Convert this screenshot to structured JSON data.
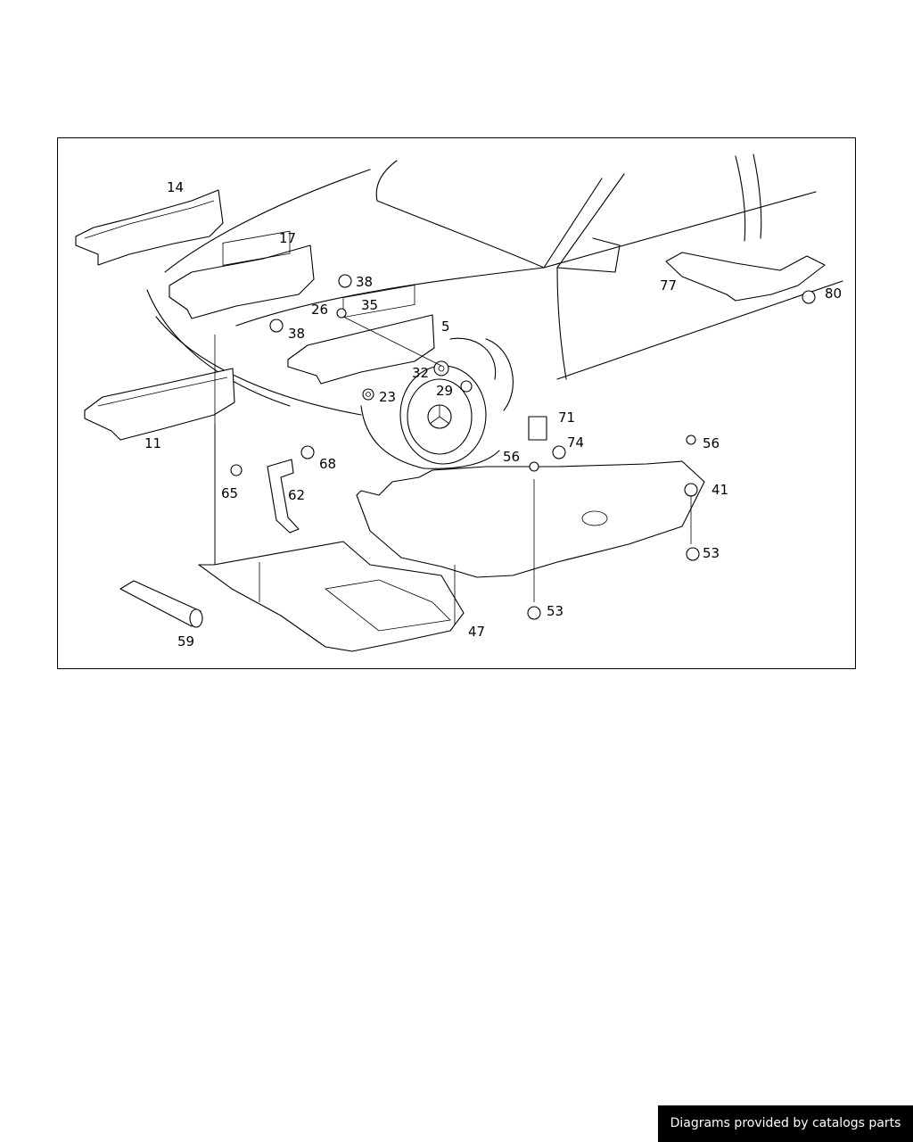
{
  "diagram": {
    "parts": [
      {
        "id": "14",
        "label": "14"
      },
      {
        "id": "17",
        "label": "17"
      },
      {
        "id": "38a",
        "label": "38"
      },
      {
        "id": "26",
        "label": "26"
      },
      {
        "id": "35",
        "label": "35"
      },
      {
        "id": "38b",
        "label": "38"
      },
      {
        "id": "5",
        "label": "5"
      },
      {
        "id": "32",
        "label": "32"
      },
      {
        "id": "29",
        "label": "29"
      },
      {
        "id": "23",
        "label": "23"
      },
      {
        "id": "11",
        "label": "11"
      },
      {
        "id": "77",
        "label": "77"
      },
      {
        "id": "80",
        "label": "80"
      },
      {
        "id": "71",
        "label": "71"
      },
      {
        "id": "74",
        "label": "74"
      },
      {
        "id": "56a",
        "label": "56"
      },
      {
        "id": "56b",
        "label": "56"
      },
      {
        "id": "41",
        "label": "41"
      },
      {
        "id": "53a",
        "label": "53"
      },
      {
        "id": "53b",
        "label": "53"
      },
      {
        "id": "65",
        "label": "65"
      },
      {
        "id": "68",
        "label": "68"
      },
      {
        "id": "62",
        "label": "62"
      },
      {
        "id": "47",
        "label": "47"
      },
      {
        "id": "59",
        "label": "59"
      }
    ]
  },
  "footer": {
    "credit": "Diagrams provided by catalogs parts"
  }
}
